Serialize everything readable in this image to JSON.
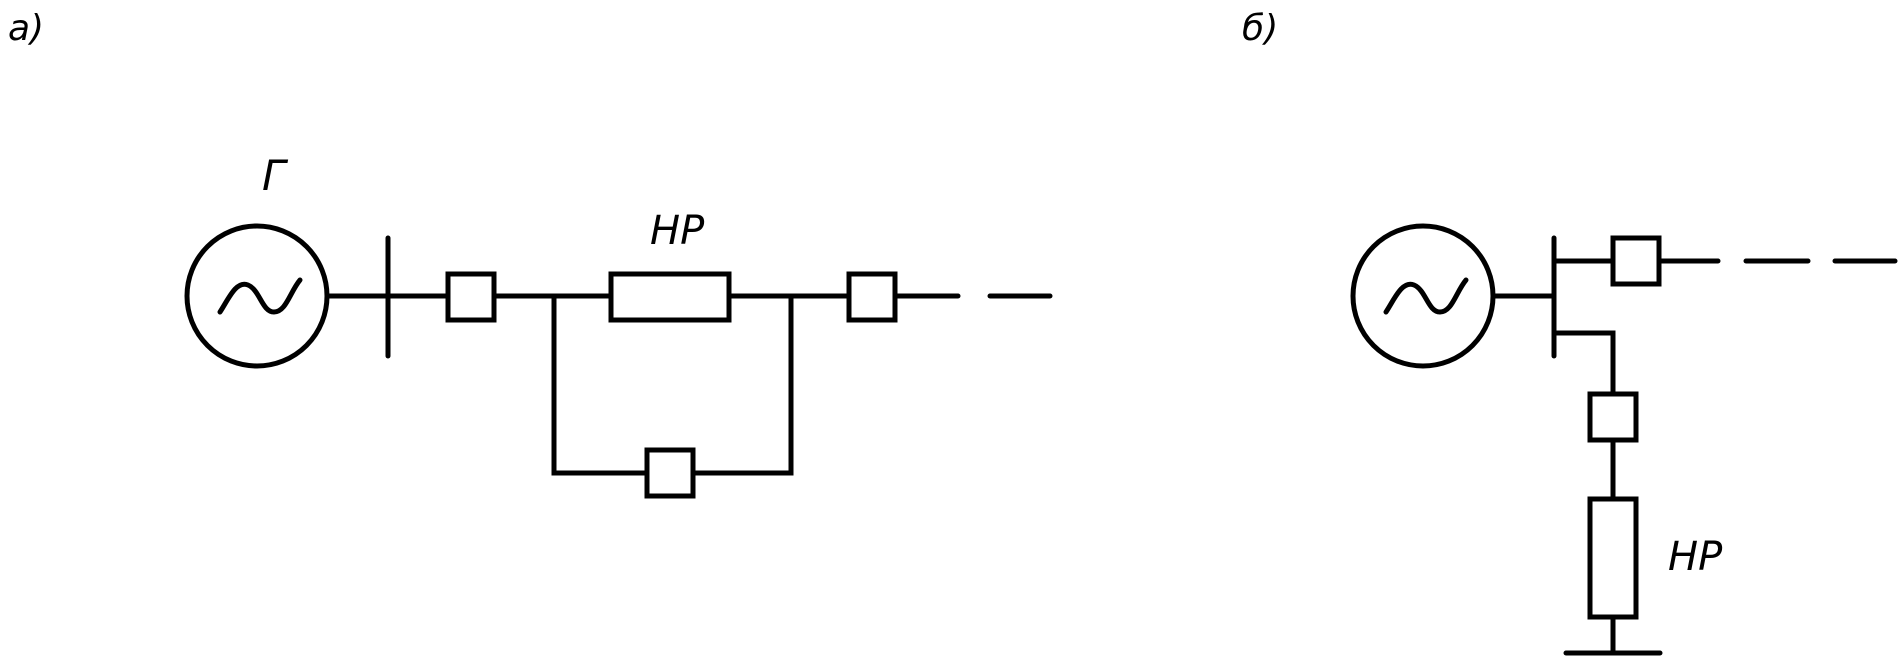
{
  "diagram": {
    "panel_a": {
      "label": "а)",
      "generator_label": "Г",
      "reactor_label": "НР"
    },
    "panel_b": {
      "label": "б)",
      "reactor_label": "НР"
    }
  },
  "colors": {
    "stroke": "#000000",
    "background": "#ffffff"
  },
  "icons": [
    "generator-icon",
    "circuit-breaker-icon",
    "reactor-icon",
    "busbar-icon",
    "ground-bus-icon"
  ]
}
